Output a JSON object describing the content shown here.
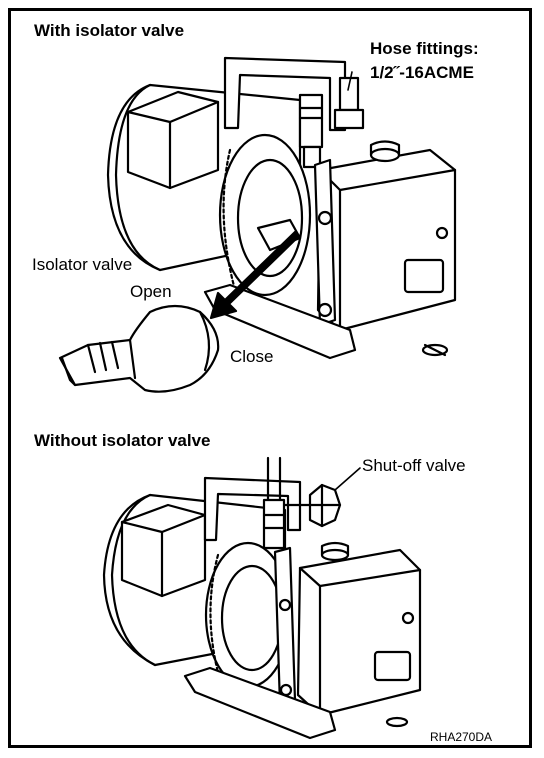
{
  "top_section": {
    "heading": "With isolator valve",
    "hose_fittings_line1": "Hose fittings:",
    "hose_fittings_line2": "1/2˝-16ACME",
    "isolator_valve_label": "Isolator valve",
    "open_label": "Open",
    "close_label": "Close"
  },
  "bottom_section": {
    "heading": "Without isolator valve",
    "shutoff_label": "Shut-off valve"
  },
  "figure_code": "RHA270DA"
}
